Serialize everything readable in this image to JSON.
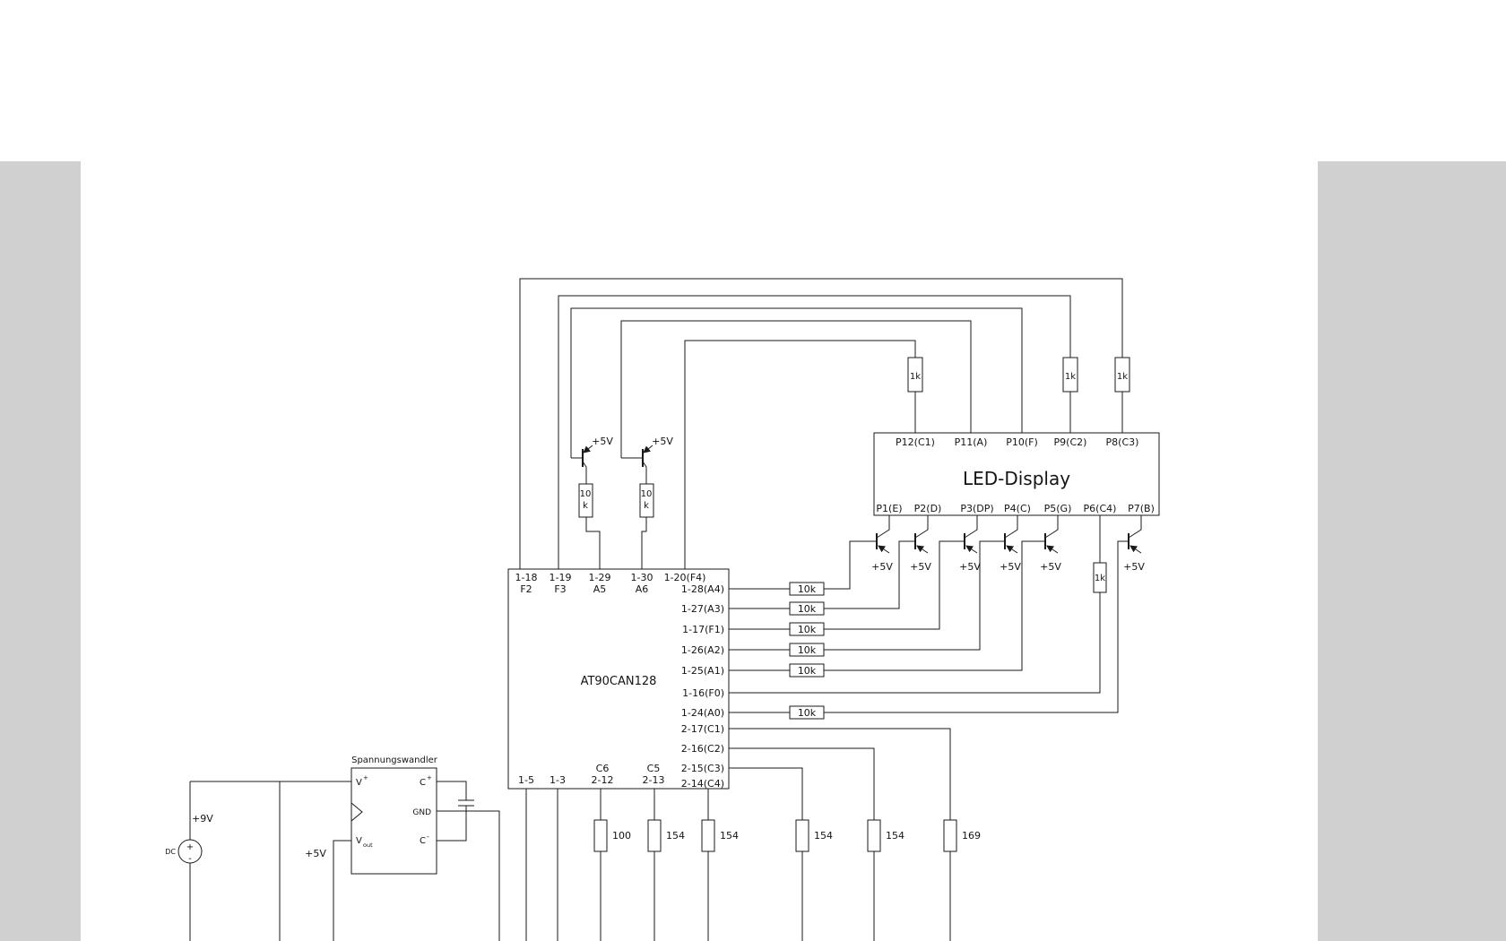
{
  "display": {
    "title": "LED-Display",
    "top_pins": [
      "P12(C1)",
      "P11(A)",
      "P10(F)",
      "P9(C2)",
      "P8(C3)"
    ],
    "bottom_pins": [
      "P1(E)",
      "P2(D)",
      "P3(DP)",
      "P4(C)",
      "P5(G)",
      "P6(C4)",
      "P7(B)"
    ]
  },
  "mcu": {
    "title": "AT90CAN128",
    "top_pins": [
      {
        "l1": "1-18",
        "l2": "F2"
      },
      {
        "l1": "1-19",
        "l2": "F3"
      },
      {
        "l1": "1-29",
        "l2": "A5"
      },
      {
        "l1": "1-30",
        "l2": "A6"
      },
      {
        "l1": "1-20(F4)",
        "l2": ""
      }
    ],
    "right_pins": [
      "1-28(A4)",
      "1-27(A3)",
      "1-17(F1)",
      "1-26(A2)",
      "1-25(A1)",
      "1-16(F0)",
      "1-24(A0)",
      "2-17(C1)",
      "2-16(C2)",
      "2-15(C3)",
      "2-14(C4)"
    ],
    "bottom_pins": [
      {
        "l1": "",
        "l2": "1-5"
      },
      {
        "l1": "",
        "l2": "1-3"
      },
      {
        "l1": "C6",
        "l2": "2-12"
      },
      {
        "l1": "C5",
        "l2": "2-13"
      }
    ]
  },
  "labels": {
    "v5": "+5V",
    "r1k": "1k",
    "r10k": "10k",
    "r10_a": "10",
    "r10_b": "k"
  },
  "bottom_resistors": [
    "100",
    "154",
    "154",
    "154",
    "154",
    "169"
  ],
  "power": {
    "v9": "+9V",
    "dc": "DC",
    "plus": "+",
    "minus": "-"
  },
  "converter": {
    "title": "Spannungswandler",
    "v_main": "V",
    "v_sup": "+",
    "c_main": "C",
    "c_sup": "+",
    "gnd": "GND",
    "vout_main": "V",
    "vout_sub": "out",
    "cm_main": "C",
    "cm_sup": "-"
  }
}
